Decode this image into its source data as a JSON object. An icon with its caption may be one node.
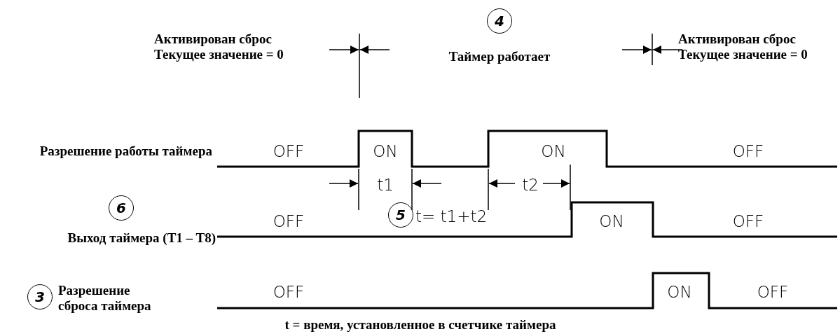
{
  "diagram": {
    "caption": "t = время, установленное в счетчике таймера",
    "nodes": [
      {
        "text": [
          "4"
        ],
        "beside": [
          "Таймер работает"
        ]
      },
      {
        "text": [
          "6"
        ]
      },
      {
        "text": [
          "5"
        ],
        "beside": [
          "t= t1+t2"
        ]
      },
      {
        "text": [
          "3"
        ],
        "beside": [
          "Разрешение сброса таймера"
        ]
      }
    ],
    "labels": [
      "Активирован сброс Текущее значение = 0",
      "Активирован сброс Текущее значение = 0",
      "Разрешение работы таймера",
      "OFF",
      "ON",
      "ON",
      "OFF",
      "t1",
      "t2",
      "Выход таймера (T1 – T8)",
      "OFF",
      "ON",
      "OFF",
      "OFF",
      "ON",
      "OFF"
    ]
  }
}
